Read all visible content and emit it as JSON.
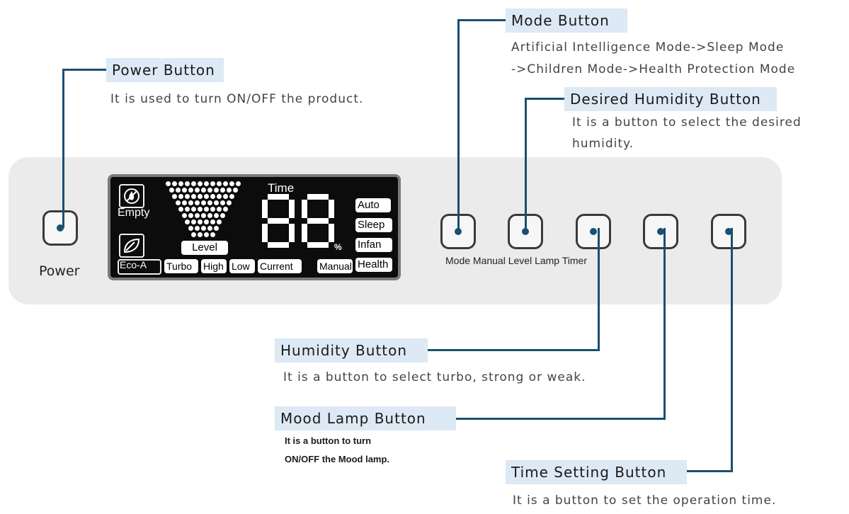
{
  "panel": {
    "power_label": "Power",
    "row_labels": "Mode Manual Level Lamp Timer"
  },
  "display": {
    "time_label": "Time",
    "empty_label": "Empty",
    "eco_label": "Eco-A",
    "level_label": "Level",
    "digits": "88",
    "percent_sign": "%",
    "mode_pills": [
      "Auto",
      "Sleep",
      "Infan",
      "Health"
    ],
    "bottom_pills": [
      "Turbo",
      "High",
      "Low",
      "Current",
      "Manual"
    ]
  },
  "callouts": {
    "power": {
      "title": "Power Button",
      "desc": "It is used to turn ON/OFF the product."
    },
    "mode": {
      "title": "Mode Button",
      "desc_lines": [
        "Artificial Intelligence Mode->Sleep Mode",
        "->Children Mode->Health Protection Mode"
      ]
    },
    "desired_humidity": {
      "title": "Desired Humidity Button",
      "desc_lines": [
        "It is a button to select the desired",
        "humidity."
      ]
    },
    "humidity": {
      "title": "Humidity Button",
      "desc": "It is a button to select turbo, strong or weak."
    },
    "mood_lamp": {
      "title": "Mood Lamp Button",
      "desc_lines": [
        "It is a button to turn",
        "ON/OFF the Mood lamp."
      ]
    },
    "time_setting": {
      "title": "Time Setting Button",
      "desc": "It is a button to set the operation time."
    }
  },
  "colors": {
    "accent_line": "#1b4f72",
    "title_bg": "#dde9f4",
    "panel_bg": "#ebebeb"
  }
}
